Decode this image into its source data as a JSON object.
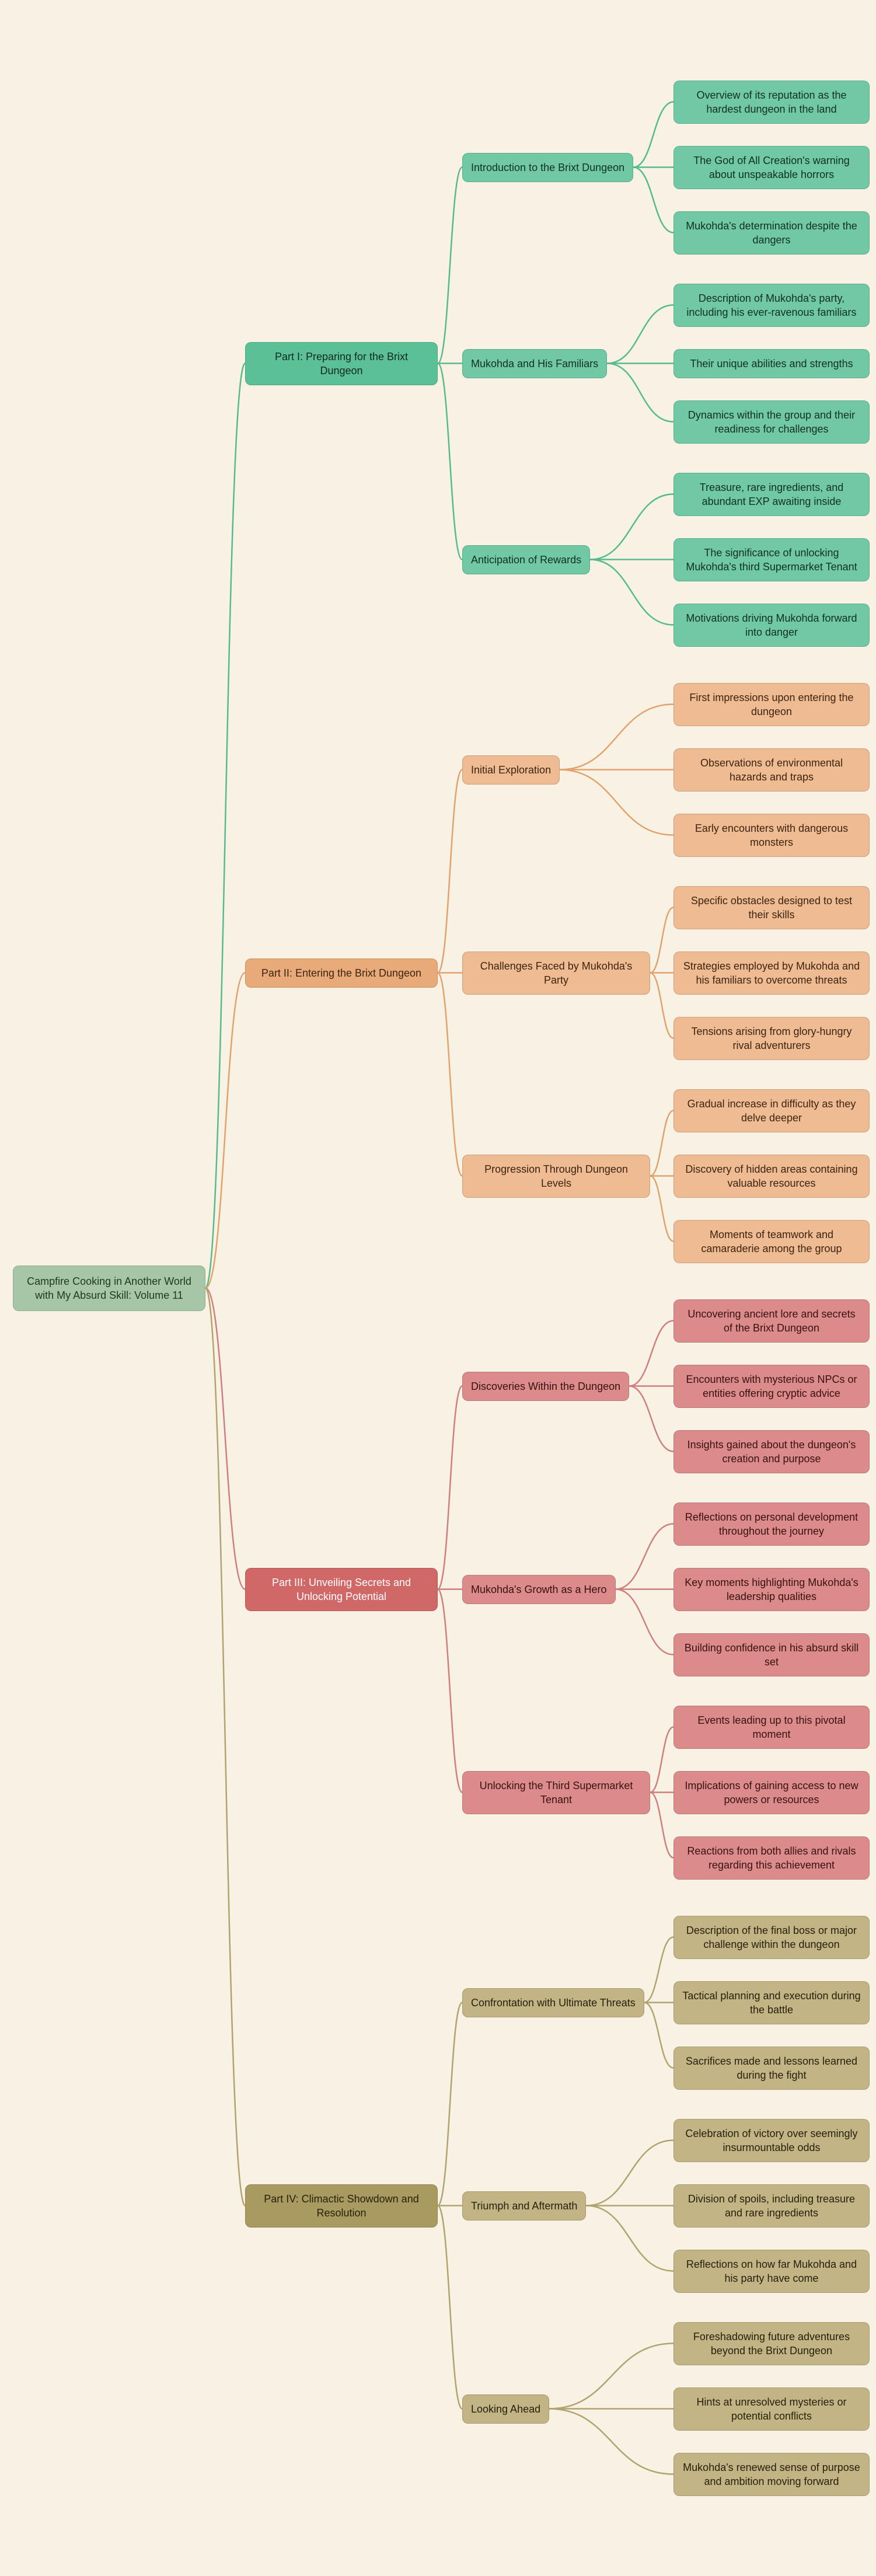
{
  "canvas": {
    "background": "#f8f2e4",
    "connector_width": 2.5
  },
  "mindmap": {
    "label": "Campfire Cooking in Another World with My Absurd Skill: Volume 11",
    "style": {
      "fill": "#a6c7a7",
      "text": "#21381f",
      "line": "#8fb391"
    },
    "children": [
      {
        "label": "Part I: Preparing for the Brixt Dungeon",
        "style": {
          "fill": "#5cc096",
          "text": "#0f2a1d",
          "childFill": "#70c8a4",
          "childText": "#11301f",
          "line": "#57ba8f"
        },
        "children": [
          {
            "label": "Introduction to the Brixt Dungeon",
            "children": [
              {
                "label": "Overview of its reputation as the hardest dungeon in the land"
              },
              {
                "label": "The God of All Creation's warning about unspeakable horrors"
              },
              {
                "label": "Mukohda's determination despite the dangers"
              }
            ]
          },
          {
            "label": "Mukohda and His Familiars",
            "children": [
              {
                "label": "Description of Mukohda's party, including his ever-ravenous familiars"
              },
              {
                "label": "Their unique abilities and strengths"
              },
              {
                "label": "Dynamics within the group and their readiness for challenges"
              }
            ]
          },
          {
            "label": "Anticipation of Rewards",
            "children": [
              {
                "label": "Treasure, rare ingredients, and abundant EXP awaiting inside"
              },
              {
                "label": "The significance of unlocking Mukohda's third Supermarket Tenant"
              },
              {
                "label": "Motivations driving Mukohda forward into danger"
              }
            ]
          }
        ]
      },
      {
        "label": "Part II: Entering the Brixt Dungeon",
        "style": {
          "fill": "#e8aa78",
          "text": "#3c2410",
          "childFill": "#eebb92",
          "childText": "#3c2410",
          "line": "#e3a26c"
        },
        "children": [
          {
            "label": "Initial Exploration",
            "children": [
              {
                "label": "First impressions upon entering the dungeon"
              },
              {
                "label": "Observations of environmental hazards and traps"
              },
              {
                "label": "Early encounters with dangerous monsters"
              }
            ]
          },
          {
            "label": "Challenges Faced by Mukohda's Party",
            "children": [
              {
                "label": "Specific obstacles designed to test their skills"
              },
              {
                "label": "Strategies employed by Mukohda and his familiars to overcome threats"
              },
              {
                "label": "Tensions arising from glory-hungry rival adventurers"
              }
            ]
          },
          {
            "label": "Progression Through Dungeon Levels",
            "children": [
              {
                "label": "Gradual increase in difficulty as they delve deeper"
              },
              {
                "label": "Discovery of hidden areas containing valuable resources"
              },
              {
                "label": "Moments of teamwork and camaraderie among the group"
              }
            ]
          }
        ]
      },
      {
        "label": "Part III: Unveiling Secrets and Unlocking Potential",
        "style": {
          "fill": "#d16868",
          "text": "#ffffff",
          "childFill": "#dc8b8b",
          "childText": "#38100f",
          "line": "#d07e7e"
        },
        "children": [
          {
            "label": "Discoveries Within the Dungeon",
            "children": [
              {
                "label": "Uncovering ancient lore and secrets of the Brixt Dungeon"
              },
              {
                "label": "Encounters with mysterious NPCs or entities offering cryptic advice"
              },
              {
                "label": "Insights gained about the dungeon's creation and purpose"
              }
            ]
          },
          {
            "label": "Mukohda's Growth as a Hero",
            "children": [
              {
                "label": "Reflections on personal development throughout the journey"
              },
              {
                "label": "Key moments highlighting Mukohda's leadership qualities"
              },
              {
                "label": "Building confidence in his absurd skill set"
              }
            ]
          },
          {
            "label": "Unlocking the Third Supermarket Tenant",
            "children": [
              {
                "label": "Events leading up to this pivotal moment"
              },
              {
                "label": "Implications of gaining access to new powers or resources"
              },
              {
                "label": "Reactions from both allies and rivals regarding this achievement"
              }
            ]
          }
        ]
      },
      {
        "label": "Part IV: Climactic Showdown and Resolution",
        "style": {
          "fill": "#a99b5f",
          "text": "#26200a",
          "childFill": "#c2b485",
          "childText": "#26200a",
          "line": "#b1a36d"
        },
        "children": [
          {
            "label": "Confrontation with Ultimate Threats",
            "children": [
              {
                "label": "Description of the final boss or major challenge within the dungeon"
              },
              {
                "label": "Tactical planning and execution during the battle"
              },
              {
                "label": "Sacrifices made and lessons learned during the fight"
              }
            ]
          },
          {
            "label": "Triumph and Aftermath",
            "children": [
              {
                "label": "Celebration of victory over seemingly insurmountable odds"
              },
              {
                "label": "Division of spoils, including treasure and rare ingredients"
              },
              {
                "label": "Reflections on how far Mukohda and his party have come"
              }
            ]
          },
          {
            "label": "Looking Ahead",
            "children": [
              {
                "label": "Foreshadowing future adventures beyond the Brixt Dungeon"
              },
              {
                "label": "Hints at unresolved mysteries or potential conflicts"
              },
              {
                "label": "Mukohda's renewed sense of purpose and ambition moving forward"
              }
            ]
          }
        ]
      }
    ]
  }
}
